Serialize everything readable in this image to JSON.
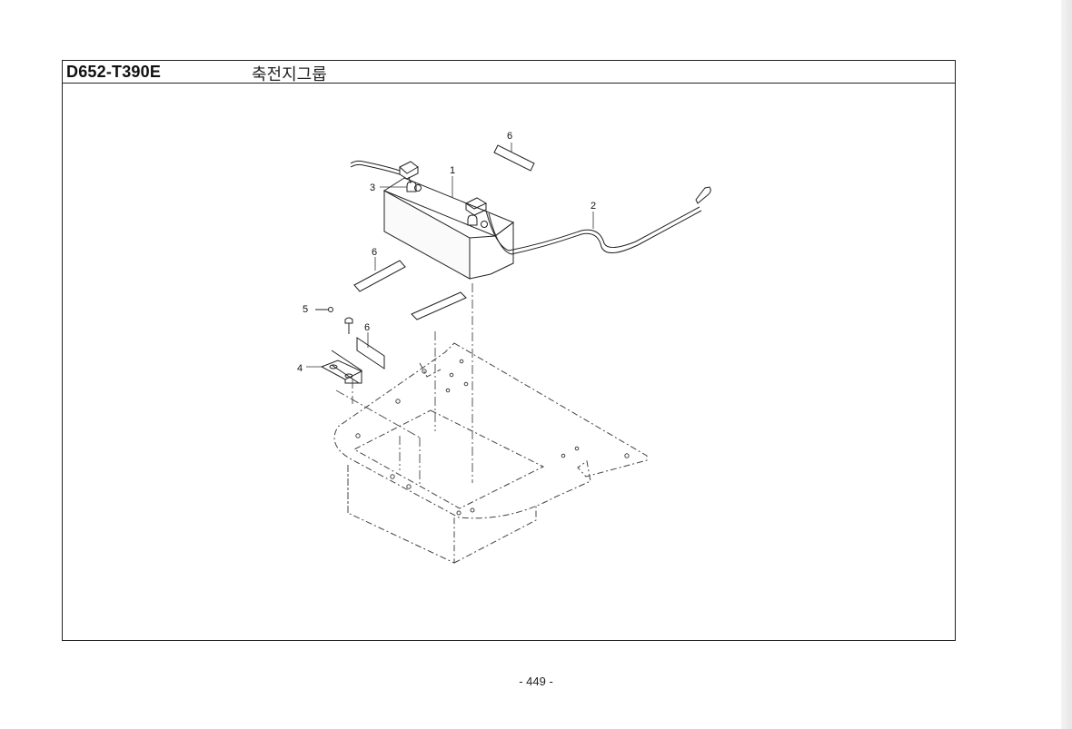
{
  "header": {
    "model_code": "D652-T390E",
    "group_title": "축전지그룹"
  },
  "diagram": {
    "callouts": [
      {
        "number": "1",
        "part": "battery"
      },
      {
        "number": "2",
        "part": "cable"
      },
      {
        "number": "3",
        "part": "wire-connector"
      },
      {
        "number": "4",
        "part": "bracket"
      },
      {
        "number": "5",
        "part": "bolt"
      },
      {
        "number": "6",
        "part": "pad"
      },
      {
        "number": "6",
        "part": "pad"
      },
      {
        "number": "6",
        "part": "pad"
      }
    ]
  },
  "footer": {
    "page_number": "- 449 -"
  }
}
